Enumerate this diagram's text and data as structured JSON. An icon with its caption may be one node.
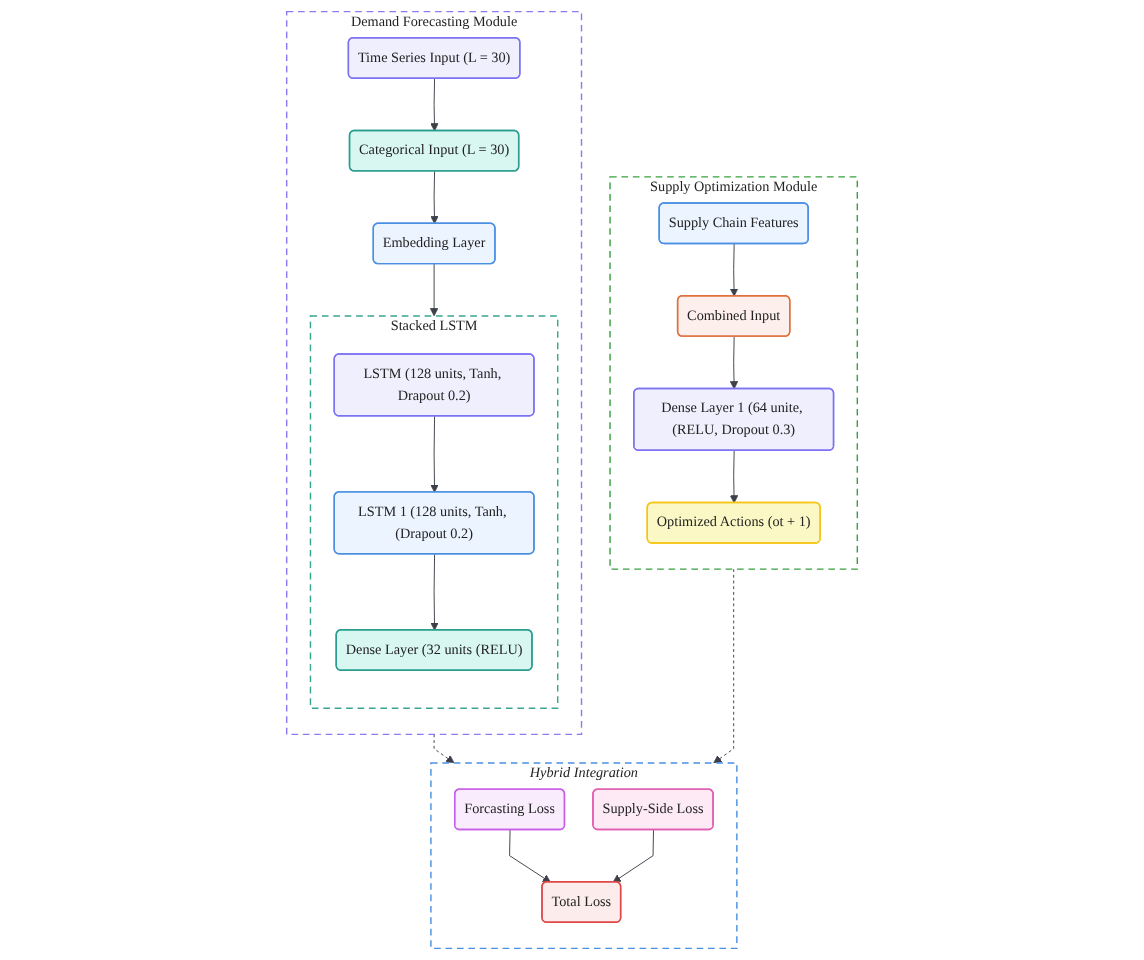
{
  "diagram": {
    "nodes": [
      {
        "text": [
          "Demand Forecasting Module"
        ]
      },
      {
        "text": [
          "Time Series Input (L = 30)"
        ],
        "in": 0
      },
      {
        "text": [
          "Categorical Input (L = 30)"
        ],
        "in": 0
      },
      {
        "text": [
          "Embedding Layer"
        ],
        "in": 0
      },
      {
        "text": [
          "Stacked LSTM"
        ],
        "in": 0
      },
      {
        "text": [
          "LSTM (128 units, Tanh, Drapout 0.2)"
        ],
        "in": 4
      },
      {
        "text": [
          "LSTM 1 (128 units, Tanh, (Drapout 0.2)"
        ],
        "in": 4
      },
      {
        "text": [
          "Dense Layer (32 units (RELU)"
        ],
        "in": 4
      },
      {
        "text": [
          "Supply Optimization Module"
        ]
      },
      {
        "text": [
          "Supply Chain Features"
        ],
        "in": 8
      },
      {
        "text": [
          "Combined Input"
        ],
        "in": 8
      },
      {
        "text": [
          "Dense Layer 1 (64 unite, (RELU, Dropout 0.3)"
        ],
        "in": 8
      },
      {
        "text": [
          "Optimized Actions (ot + 1)"
        ],
        "in": 8
      },
      {
        "text": [
          "Hybrid Integration"
        ]
      },
      {
        "text": [
          "Forcasting Loss"
        ],
        "in": 13
      },
      {
        "text": [
          "Supply-Side Loss"
        ],
        "in": 13
      },
      {
        "text": [
          "Total Loss"
        ],
        "in": 13
      }
    ],
    "edges": [
      {
        "from": 1,
        "to": 2,
        "arrow": "to"
      },
      {
        "from": 2,
        "to": 3,
        "arrow": "to"
      },
      {
        "from": 3,
        "to": 4,
        "arrow": "to"
      },
      {
        "from": 5,
        "to": 6,
        "arrow": "to"
      },
      {
        "from": 6,
        "to": 7,
        "arrow": "to"
      },
      {
        "from": 9,
        "to": 10,
        "arrow": "to"
      },
      {
        "from": 10,
        "to": 11,
        "arrow": "to"
      },
      {
        "from": 11,
        "to": 12,
        "arrow": "to"
      },
      {
        "from": 0,
        "to": 13,
        "arrow": "to",
        "style": "dashed"
      },
      {
        "from": 8,
        "to": 13,
        "arrow": "to",
        "style": "dashed"
      },
      {
        "from": 14,
        "to": 16,
        "arrow": "to"
      },
      {
        "from": 15,
        "to": 16,
        "arrow": "to"
      }
    ]
  }
}
